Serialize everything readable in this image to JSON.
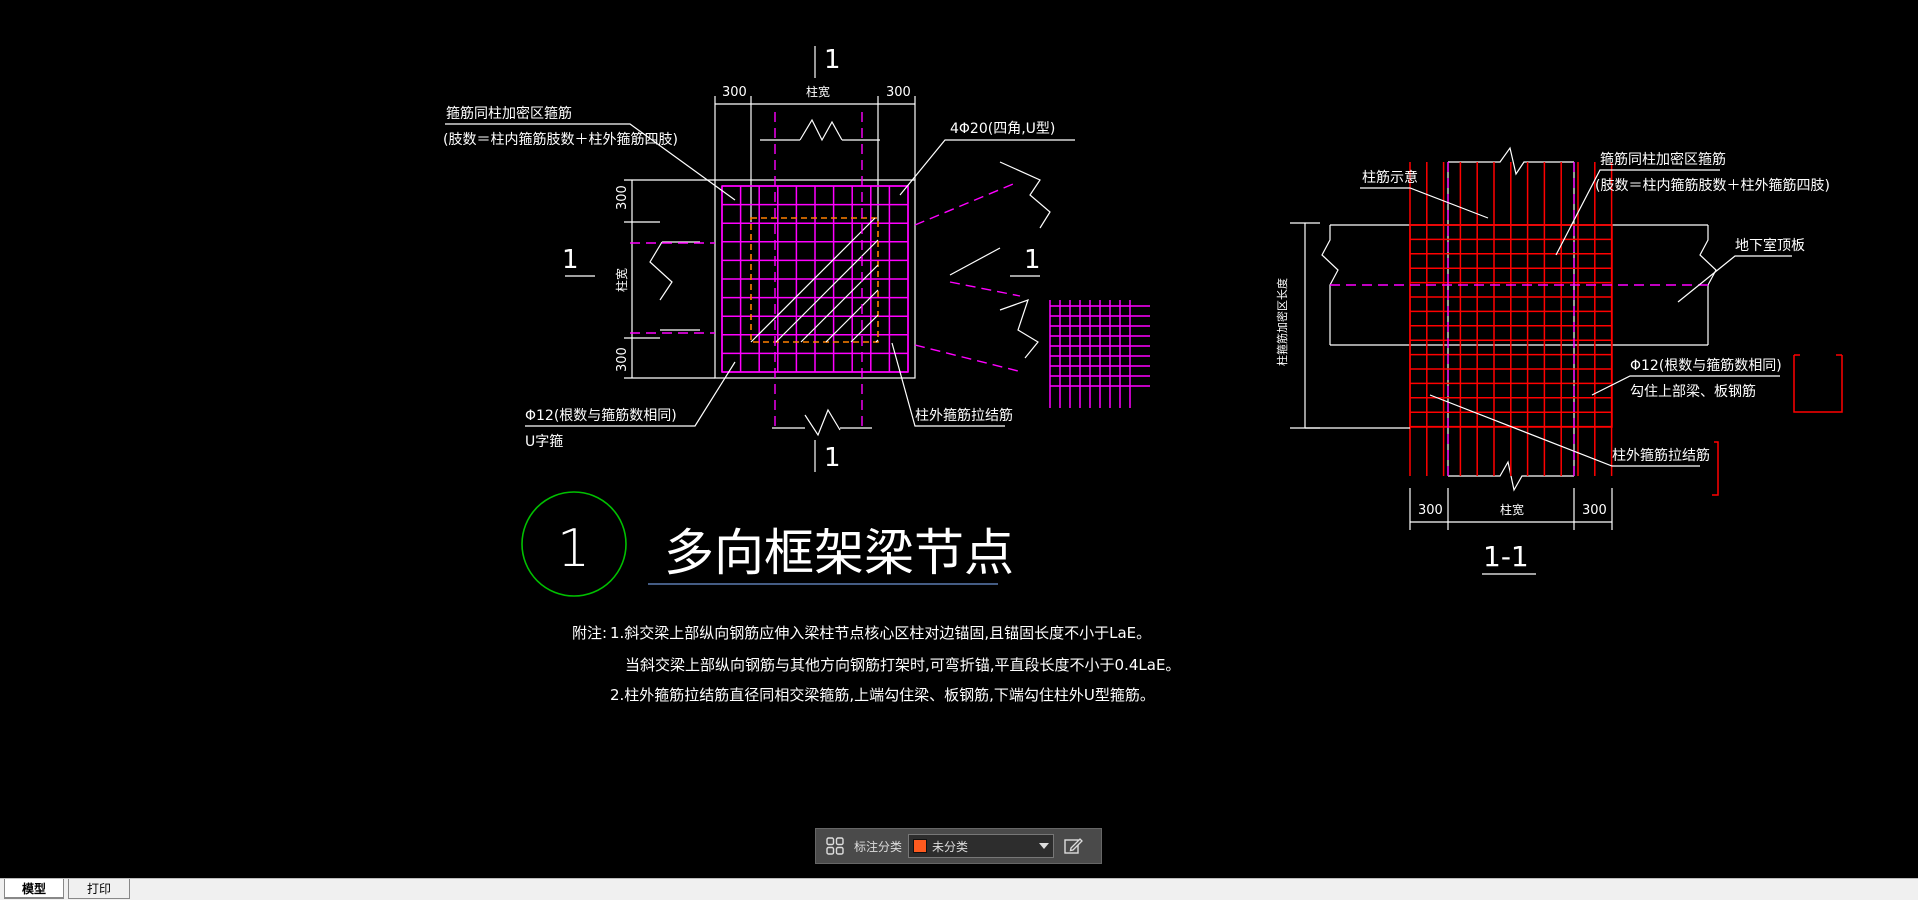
{
  "drawing": {
    "plan": {
      "section_mark_top": "1",
      "section_mark_bottom": "1",
      "section_mark_left": "1",
      "section_mark_right": "1",
      "dim_300_a": "300",
      "dim_col_width_top": "柱宽",
      "dim_300_b": "300",
      "dim_300_left_top": "300",
      "dim_col_width_left": "柱宽",
      "dim_300_left_bottom": "300",
      "label_stirrup_line1": "箍筋同柱加密区箍筋",
      "label_stirrup_line2": "(肢数＝柱内箍筋肢数＋柱外箍筋四肢)",
      "label_corner_bars": "4Φ20(四角,U型)",
      "label_u_bar_line1": "Φ12(根数与箍筋数相同)",
      "label_u_bar_line2": "U字箍",
      "label_tie_bar": "柱外箍筋拉结筋"
    },
    "section": {
      "label_stirrup_line1": "箍筋同柱加密区箍筋",
      "label_stirrup_line2": "(肢数＝柱内箍筋肢数＋柱外箍筋四肢)",
      "label_column_bars": "柱筋示意",
      "label_slab": "地下室顶板",
      "label_bar_line1": "Φ12(根数与箍筋数相同)",
      "label_bar_line2": "勾住上部梁、板钢筋",
      "label_tie_bar": "柱外箍筋拉结筋",
      "label_vertical": "柱箍筋加密区长度",
      "dim_300_a": "300",
      "dim_col_width": "柱宽",
      "dim_300_b": "300",
      "section_title": "1-1"
    },
    "detail_number": "1",
    "detail_title": "多向框架梁节点",
    "notes": {
      "prefix": "附注:",
      "line1": "1.斜交梁上部纵向钢筋应伸入梁柱节点核心区柱对边锚固,且锚固长度不小于LaE。",
      "line2": "当斜交梁上部纵向钢筋与其他方向钢筋打架时,可弯折锚,平直段长度不小于0.4LaE。",
      "line3": "2.柱外箍筋拉结筋直径同相交梁箍筋,上端勾住梁、板钢筋,下端勾住柱外U型箍筋。"
    }
  },
  "toolbar": {
    "label": "标注分类",
    "selected": "未分类",
    "swatch_color": "#ff5a1f"
  },
  "tabs": [
    {
      "label": "模型",
      "active": true
    },
    {
      "label": "打印",
      "active": false
    }
  ],
  "colors": {
    "background": "#000000",
    "lines": "#ffffff",
    "rebar_plan": "#ff00ff",
    "rebar_section": "#ff0000",
    "detail_circle": "#00c000",
    "title_underline": "#5a7ab0"
  }
}
